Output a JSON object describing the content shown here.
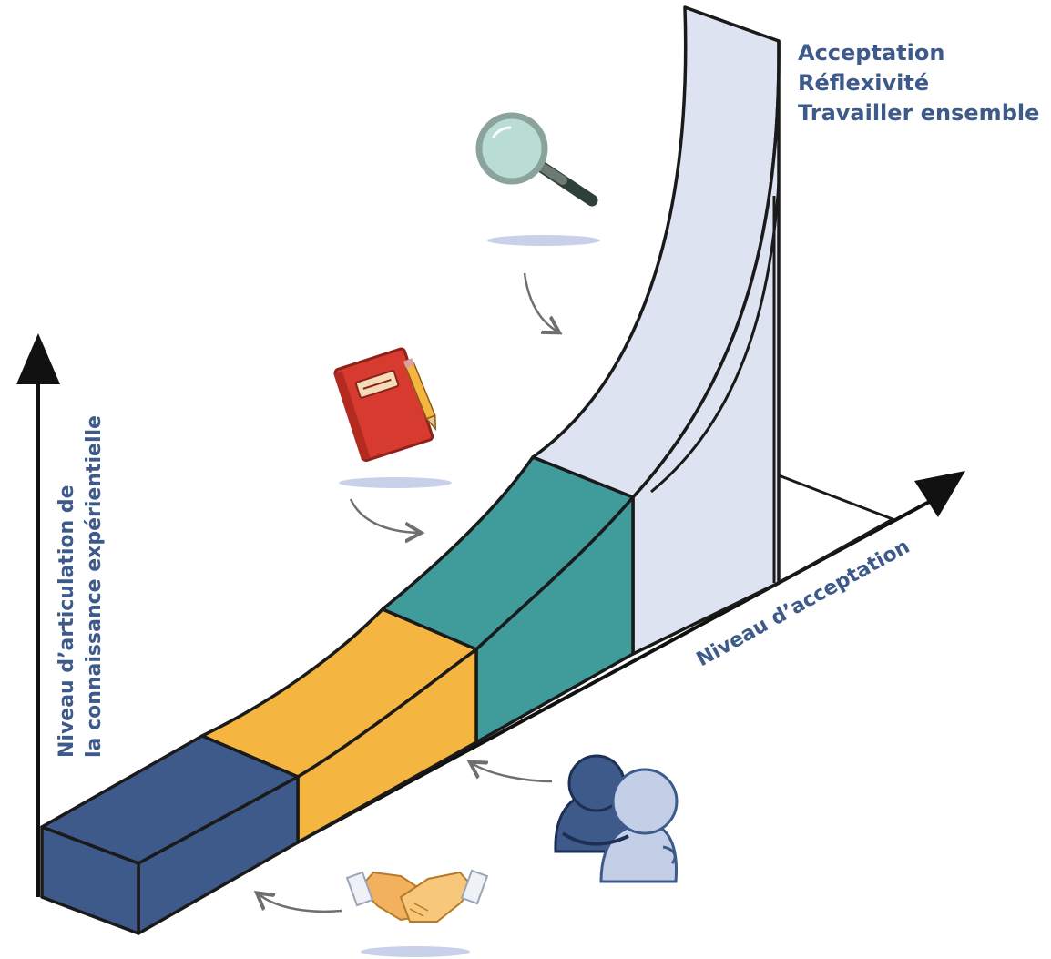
{
  "labels": {
    "top_right": [
      "Acceptation",
      "Réflexivité",
      "Travailler ensemble"
    ],
    "x_axis": "Niveau d’acceptation",
    "y_axis_line1": "Niveau d’articulation de",
    "y_axis_line2": "la connaissance expérientielle"
  },
  "steps": [
    {
      "name": "step-1",
      "color": "#3d5a8a"
    },
    {
      "name": "step-2",
      "color": "#f4b640"
    },
    {
      "name": "step-3",
      "color": "#3f9c9b"
    },
    {
      "name": "step-4",
      "color": "#dde3f1"
    }
  ],
  "icons": [
    "magnifying-glass-icon",
    "notebook-pencil-icon",
    "hug-people-icon",
    "handshake-icon"
  ],
  "colors": {
    "text": "#3d5a8a",
    "outline": "#1a1a1a",
    "shadow": "#c9d1ea",
    "arrow": "#6f6f6f"
  }
}
